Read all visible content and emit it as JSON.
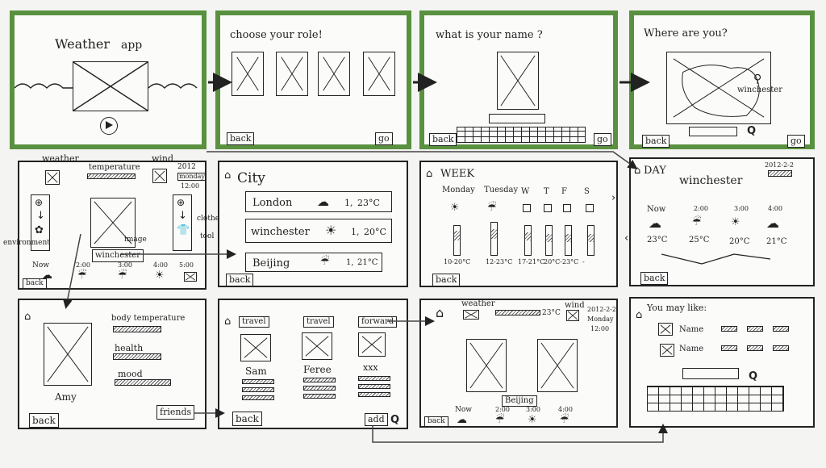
{
  "colors": {
    "highlight": "#5a9140",
    "ink": "#222222",
    "paper": "#fbfbfa"
  },
  "s1": {
    "title": "Weather",
    "title2": "app",
    "play_icon": "play-icon"
  },
  "s2": {
    "title": "choose your role!",
    "back": "back",
    "go": "go"
  },
  "s3": {
    "title": "what is your name ?",
    "back": "back",
    "go": "go"
  },
  "s4": {
    "title": "Where are you?",
    "location": "winchester",
    "back": "back",
    "go": "go",
    "search_icon": "search-icon"
  },
  "s5": {
    "weather": "weather",
    "temperature": "temperature",
    "wind": "wind",
    "date": "2012",
    "day": "monday",
    "time": "12:00",
    "environment": "environment",
    "image": "image",
    "city": "winchester",
    "clothes": "clothes",
    "tool": "tool",
    "now": "Now",
    "hours": [
      "2:00",
      "3:00",
      "4:00",
      "5:00"
    ],
    "back": "back"
  },
  "s6": {
    "title": "City",
    "cities": [
      {
        "name": "London",
        "temp": "23°C",
        "wind": "1,"
      },
      {
        "name": "winchester",
        "temp": "20°C",
        "wind": "1,"
      },
      {
        "name": "Beijing",
        "temp": "21°C",
        "wind": "1,"
      }
    ],
    "back": "back"
  },
  "s7": {
    "title": "WEEK",
    "days": [
      "Monday",
      "Tuesday",
      "W",
      "T",
      "F",
      "S"
    ],
    "ranges": [
      "10-20°C",
      "12-23°C",
      "17-21°C",
      "20°C-23°C",
      "-"
    ],
    "back": "back"
  },
  "s8": {
    "title": "DAY",
    "city": "winchester",
    "date": "2012-2-2",
    "now": "Now",
    "hours": [
      "2:00",
      "3:00",
      "4:00"
    ],
    "temps": [
      "23°C",
      "25°C",
      "20°C",
      "21°C"
    ],
    "back": "back"
  },
  "s9": {
    "body": "body temperature",
    "health": "health",
    "mood": "mood",
    "name": "Amy",
    "back": "back",
    "friends": "friends"
  },
  "s10": {
    "tag1": "travel",
    "tag2": "travel",
    "tag3": "forward",
    "names": [
      "Sam",
      "Feree",
      "xxx"
    ],
    "back": "back",
    "add": "add",
    "search_icon": "search-icon"
  },
  "s11": {
    "weather": "weather",
    "temp": "23°C",
    "wind": "wind",
    "date": "2012-2-2",
    "day": "Monday",
    "time": "12:00",
    "city": "Beijing",
    "now": "Now",
    "hours": [
      "2:00",
      "3:00",
      "4:00"
    ],
    "back": "back"
  },
  "s12": {
    "title": "You may like:",
    "name": "Name",
    "search_icon": "search-icon"
  }
}
